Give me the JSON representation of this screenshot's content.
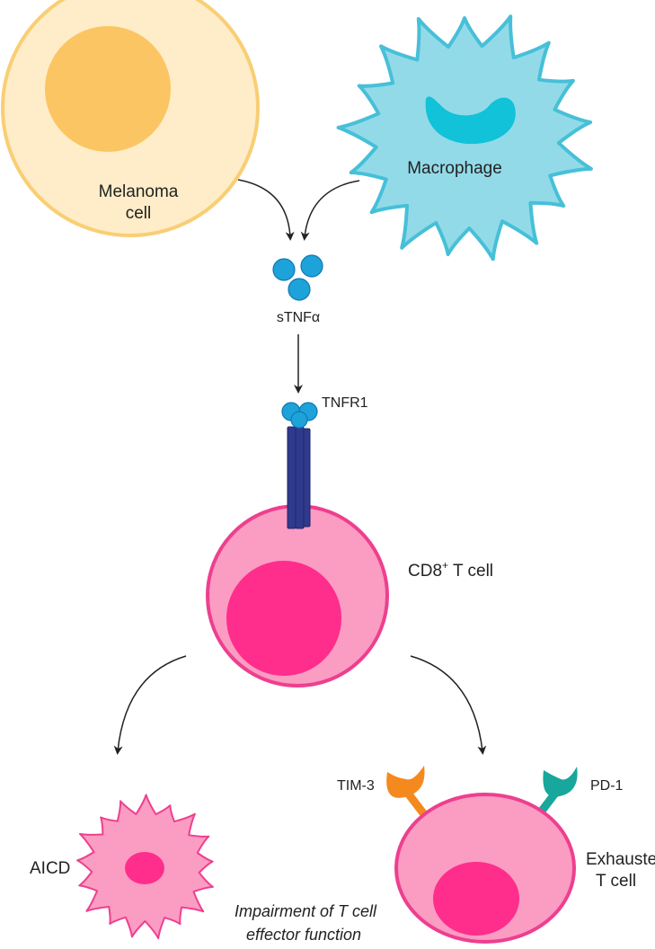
{
  "labels": {
    "melanoma_line1": "Melanoma",
    "melanoma_line2": "cell",
    "macrophage": "Macrophage",
    "stnfa": "sTNFα",
    "tnfr1": "TNFR1",
    "cd8_main": "CD8",
    "cd8_sup": "+",
    "cd8_rest": " T cell",
    "aicd": "AICD",
    "tim3": "TIM-3",
    "pd1": "PD-1",
    "exhausted_line1": "Exhausted",
    "exhausted_line2": "T cell",
    "impairment_line1": "Impairment of T cell",
    "impairment_line2": "effector function"
  },
  "colors": {
    "melanoma_fill": "#FEEDC8",
    "melanoma_stroke": "#F9CE74",
    "melanoma_nucleus": "#FCC563",
    "macrophage_fill": "#93DAE8",
    "macrophage_stroke": "#46C0D8",
    "macrophage_nucleus": "#11C2D8",
    "tnf_blue": "#1DA2DA",
    "tnf_blue_stroke": "#1079B5",
    "receptor_fill": "#2F3A8E",
    "receptor_stroke": "#1F2666",
    "tcell_fill": "#FB9CC2",
    "tcell_stroke": "#EE3F8F",
    "tcell_nucleus": "#FF2D8C",
    "tim3": "#F4891E",
    "pd1": "#17A79C",
    "arrow": "#222222"
  }
}
